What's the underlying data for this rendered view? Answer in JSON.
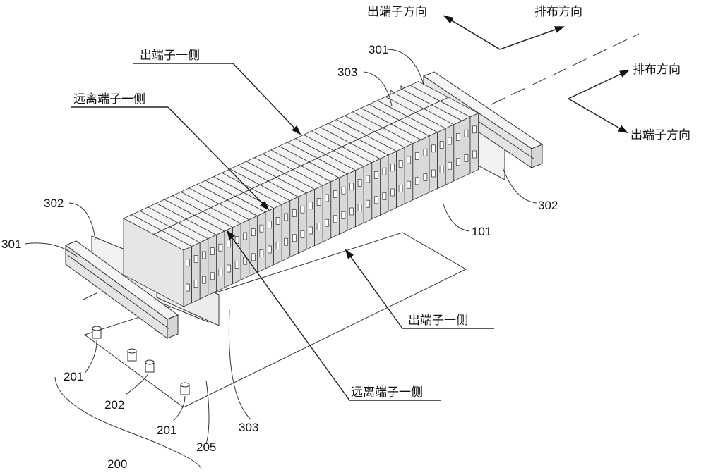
{
  "labels": {
    "terminal_direction_top": "出端子方向",
    "arrangement_direction_top": "排布方向",
    "arrangement_direction_right": "排布方向",
    "terminal_direction_right": "出端子方向",
    "terminal_side_top": "出端子一侧",
    "far_terminal_side_top": "远离端子一侧",
    "terminal_side_bottom": "出端子一侧",
    "far_terminal_side_bottom": "远离端子一侧"
  },
  "refs": {
    "r301_top": "301",
    "r303_top": "303",
    "r302_right": "302",
    "r101": "101",
    "r302_left": "302",
    "r301_left": "301",
    "r201_a": "201",
    "r202": "202",
    "r201_b": "201",
    "r303_bottom": "303",
    "r205": "205",
    "r200": "200"
  },
  "colors": {
    "line": "#222222",
    "cell_top": "#f4f4f4",
    "cell_side": "#e6e6e6",
    "cell_front": "#d9d9d9"
  }
}
